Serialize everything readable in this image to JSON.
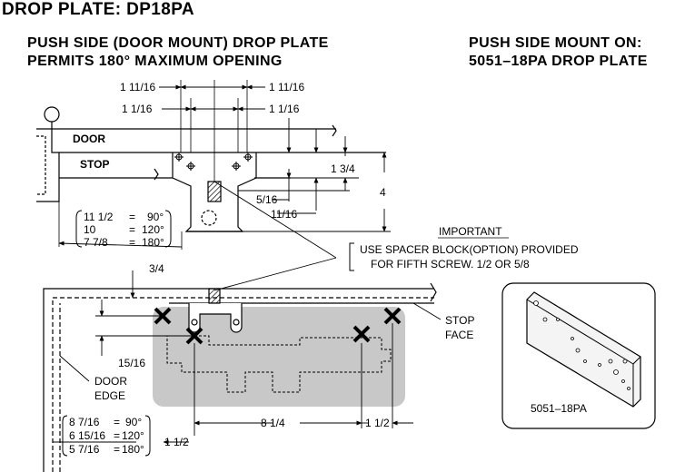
{
  "title": "DROP PLATE: DP18PA",
  "left_subheading": {
    "line1": "PUSH SIDE (DOOR MOUNT) DROP PLATE",
    "line2": "PERMITS 180° MAXIMUM OPENING"
  },
  "right_subheading": {
    "line1": "PUSH SIDE MOUNT ON:",
    "line2": "5051–18PA DROP PLATE"
  },
  "top_view": {
    "door_label": "DOOR",
    "stop_label": "STOP",
    "dims": {
      "a": "1 11/16",
      "b": "1 11/16",
      "c": "1 1/16",
      "d": "1 1/16",
      "e": "1 3/4",
      "f": "4",
      "g": "5/16",
      "h": "11/16"
    },
    "opening_table": [
      {
        "dim": "11 1/2",
        "angle": "90°"
      },
      {
        "dim": "10",
        "angle": "120°"
      },
      {
        "dim": "7 7/8",
        "angle": "180°"
      }
    ]
  },
  "note": {
    "heading": "IMPORTANT",
    "line1": "USE SPACER BLOCK(OPTION) PROVIDED",
    "line2": "FOR FIFTH SCREW.   1/2 OR 5/8"
  },
  "front_view": {
    "dims": {
      "top": "3/4",
      "left": "15/16",
      "span": "8 1/4",
      "right": "1 1/2",
      "bottom": "1 1/2"
    },
    "stop_face_label": {
      "line1": "STOP",
      "line2": "FACE"
    },
    "door_edge_label": {
      "line1": "DOOR",
      "line2": "EDGE"
    },
    "opening_table": [
      {
        "dim": "8 7/16",
        "angle": "90°"
      },
      {
        "dim": "6 15/16",
        "angle": "120°"
      },
      {
        "dim": "5 7/16",
        "angle": "180°"
      }
    ]
  },
  "plate_drawing": {
    "caption": "5051–18PA"
  }
}
